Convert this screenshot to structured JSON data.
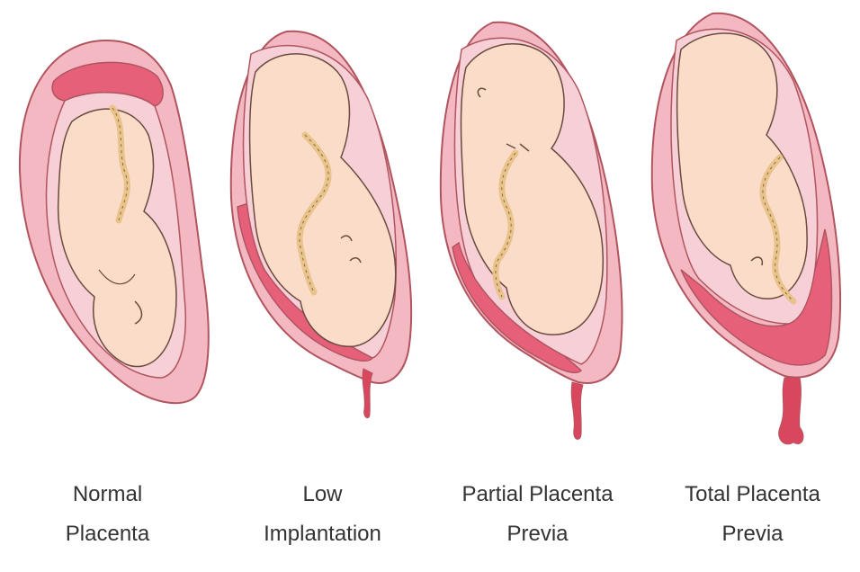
{
  "colors": {
    "uterus_outer": "#f4b8c2",
    "uterus_outline": "#b0555f",
    "placenta": "#e6607a",
    "amnion": "#f7cfd6",
    "fetus": "#fbdcc9",
    "cord": "#e9c38c",
    "blood": "#d9475f",
    "caption": "#333333"
  },
  "panels": [
    {
      "line1": "Normal",
      "line2": "Placenta"
    },
    {
      "line1": "Low",
      "line2": "Implantation"
    },
    {
      "line1": "Partial Placenta",
      "line2": "Previa"
    },
    {
      "line1": "Total Placenta",
      "line2": "Previa"
    }
  ]
}
